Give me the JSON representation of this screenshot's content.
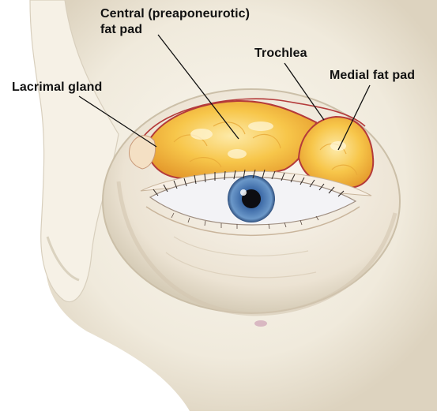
{
  "figure": {
    "subject": "eye-orbit-fat-pads-illustration",
    "colors": {
      "bone": "#f1ece0",
      "bone_shadow": "#d9d0bd",
      "fat": "#f6c443",
      "fat_light": "#fbe6a0",
      "septum_edge": "#b43a3a",
      "iris": "#4f7fb8",
      "pupil": "#0d0d12",
      "leader_line": "#111111"
    }
  },
  "labels": {
    "central_line1": "Central (preaponeurotic)",
    "central_line2": "fat pad",
    "trochlea": "Trochlea",
    "medial": "Medial fat pad",
    "lacrimal": "Lacrimal gland"
  }
}
